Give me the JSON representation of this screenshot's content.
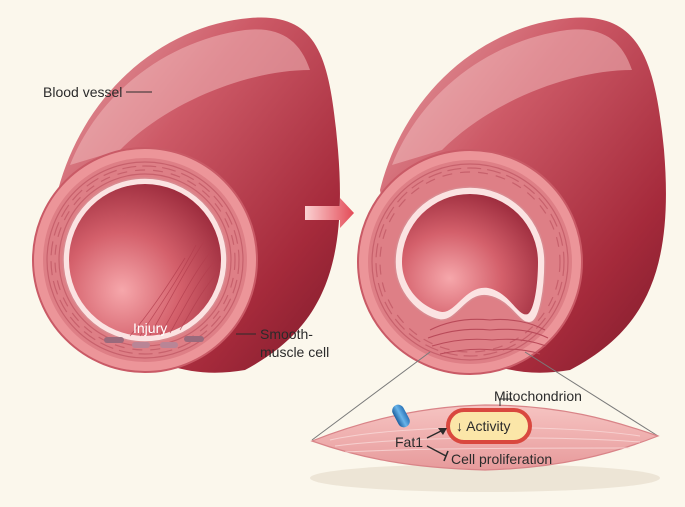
{
  "labels": {
    "blood_vessel": "Blood vessel",
    "injury": "Injury",
    "smooth_muscle_line1": "Smooth-",
    "smooth_muscle_line2": "muscle cell",
    "mitochondrion": "Mitochondrion",
    "activity": "↓ Activity",
    "fat1": "Fat1",
    "cell_proliferation": "Cell proliferation"
  },
  "colors": {
    "background": "#fbf7ec",
    "vessel_dark": "#9b2437",
    "vessel_mid": "#c9505f",
    "vessel_light": "#e6a0a4",
    "wall_pink": "#e98e92",
    "lumen_dark": "#a82a3d",
    "arrow": "#e34b57",
    "mitochondrion_fill": "#fbe6a8",
    "mitochondrion_edge": "#d9483f",
    "fat1_blue": "#3e8fd0"
  },
  "icons": {
    "direction_arrow": "right-arrow-icon",
    "fat1_molecule": "capsule-icon"
  }
}
